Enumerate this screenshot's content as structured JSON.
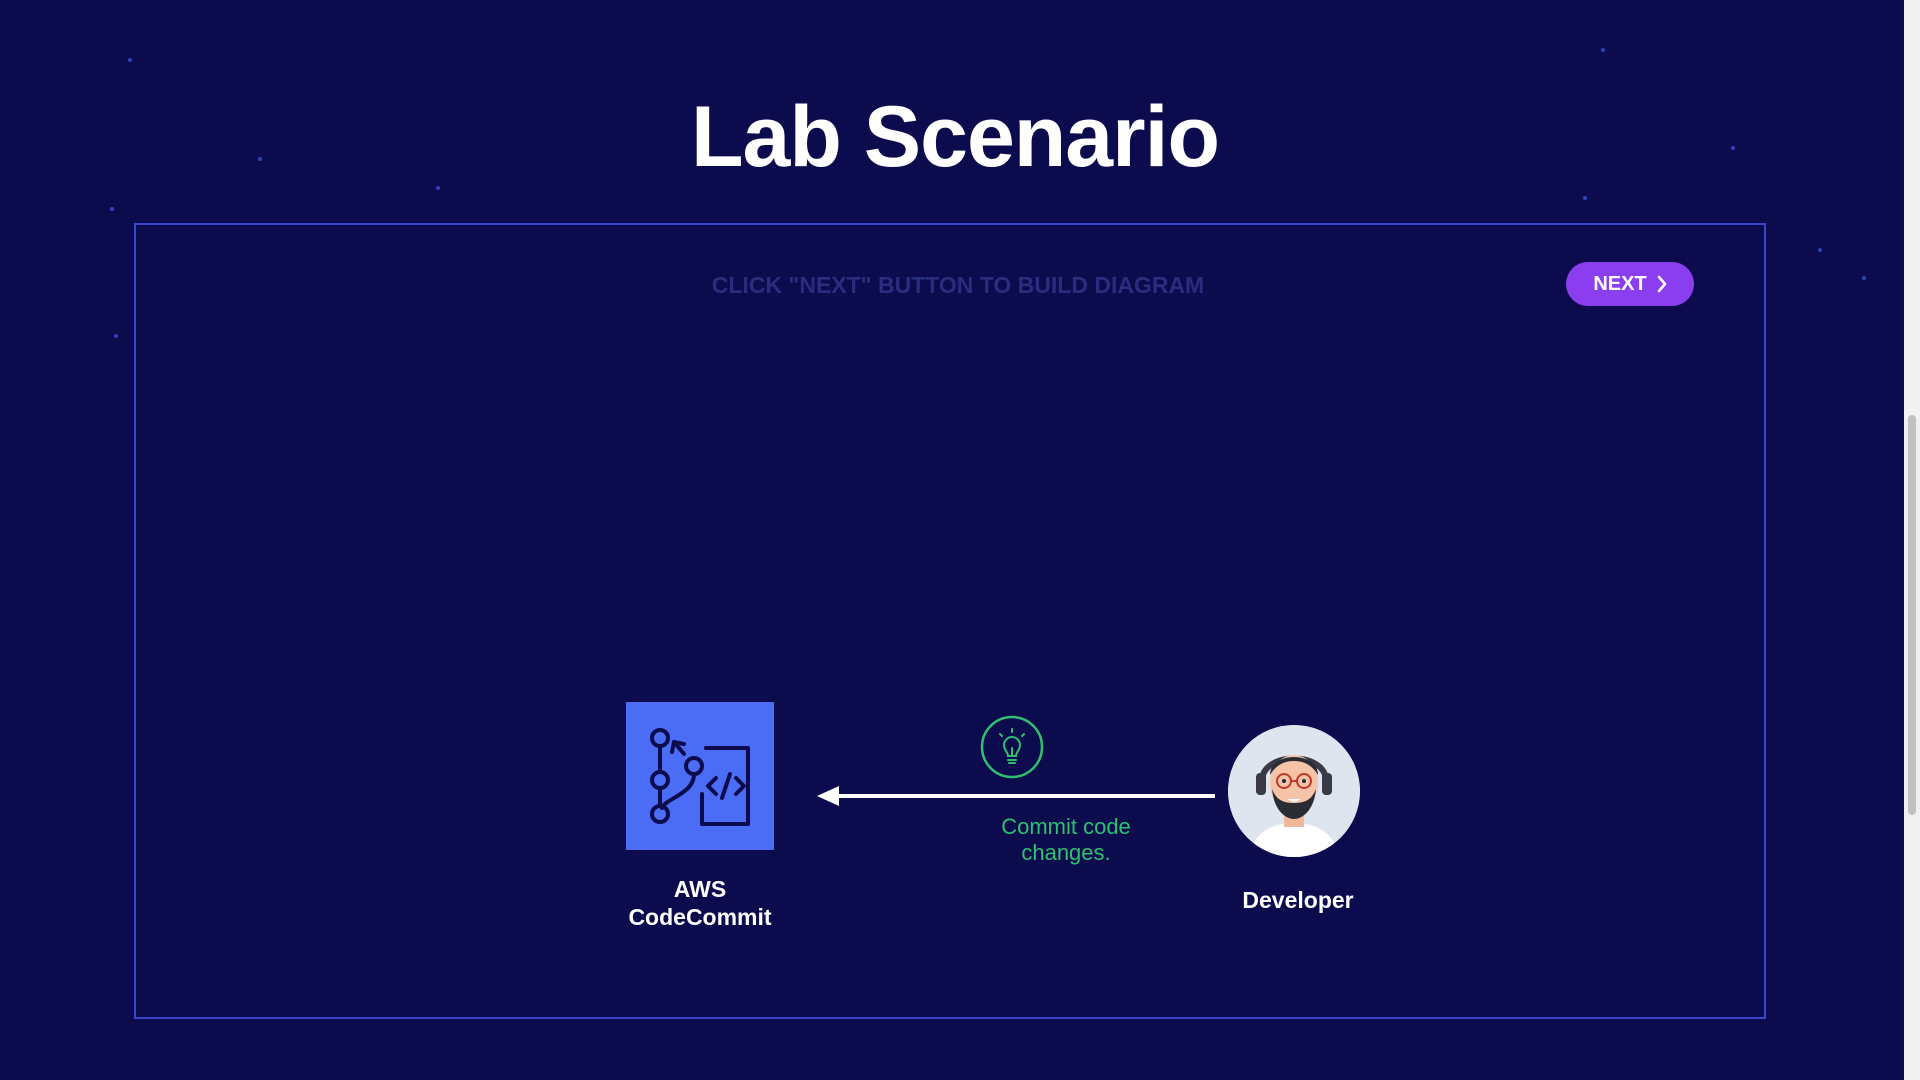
{
  "page": {
    "title": "Lab Scenario"
  },
  "panel": {
    "instruction": "CLICK \"NEXT\" BUTTON TO BUILD DIAGRAM",
    "next_label": "NEXT"
  },
  "diagram": {
    "service": {
      "label": "AWS\nCodeCommit",
      "icon": "codecommit-icon"
    },
    "arrow": {
      "label": "Commit code changes.",
      "icon": "lightbulb-icon"
    },
    "actor": {
      "label": "Developer",
      "icon": "developer-avatar"
    }
  },
  "colors": {
    "background": "#0b0b4e",
    "panel_border": "#3c46c8",
    "next_button": "#8a3ef0",
    "service_box": "#4b6cf5",
    "arrow_label": "#2fc06f"
  }
}
